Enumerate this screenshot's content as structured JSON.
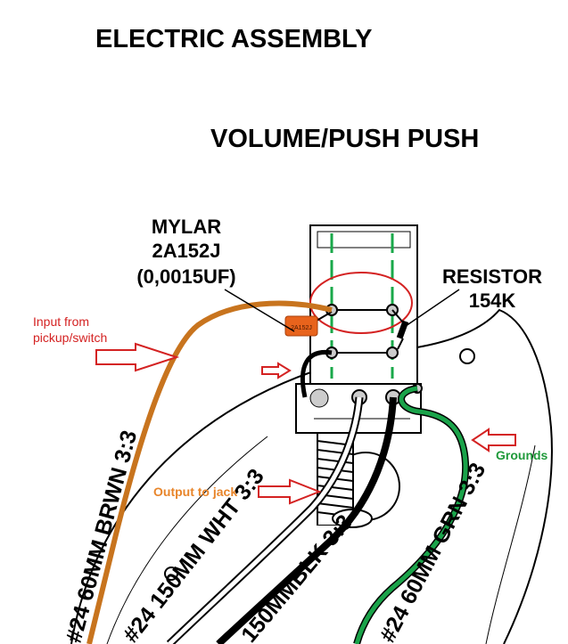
{
  "title": "ELECTRIC ASSEMBLY",
  "subtitle": "VOLUME/PUSH PUSH",
  "mylar": {
    "line1": "MYLAR",
    "line2": "2A152J",
    "line3": "(0,0015UF)",
    "cap_marking": "2A152J"
  },
  "resistor": {
    "line1": "RESISTOR",
    "line2": "154K"
  },
  "notes": {
    "input_line1": "Input from",
    "input_line2": "pickup/switch",
    "output": "Output to jack",
    "grounds": "Grounds"
  },
  "wires": {
    "brown": "#24 60MM BRWN 3:3",
    "white": "#24 150MM WHT 3:3",
    "black": "150MMBLK 3:3",
    "green": "#24 60MM GRN 3:3"
  },
  "colors": {
    "annotation_red": "#d42222",
    "brown_wire": "#c8741e",
    "green_wire": "#1aa34a",
    "capacitor": "#e8631c",
    "output_note": "#e8852a",
    "grounds_note": "#1f9a3a"
  }
}
